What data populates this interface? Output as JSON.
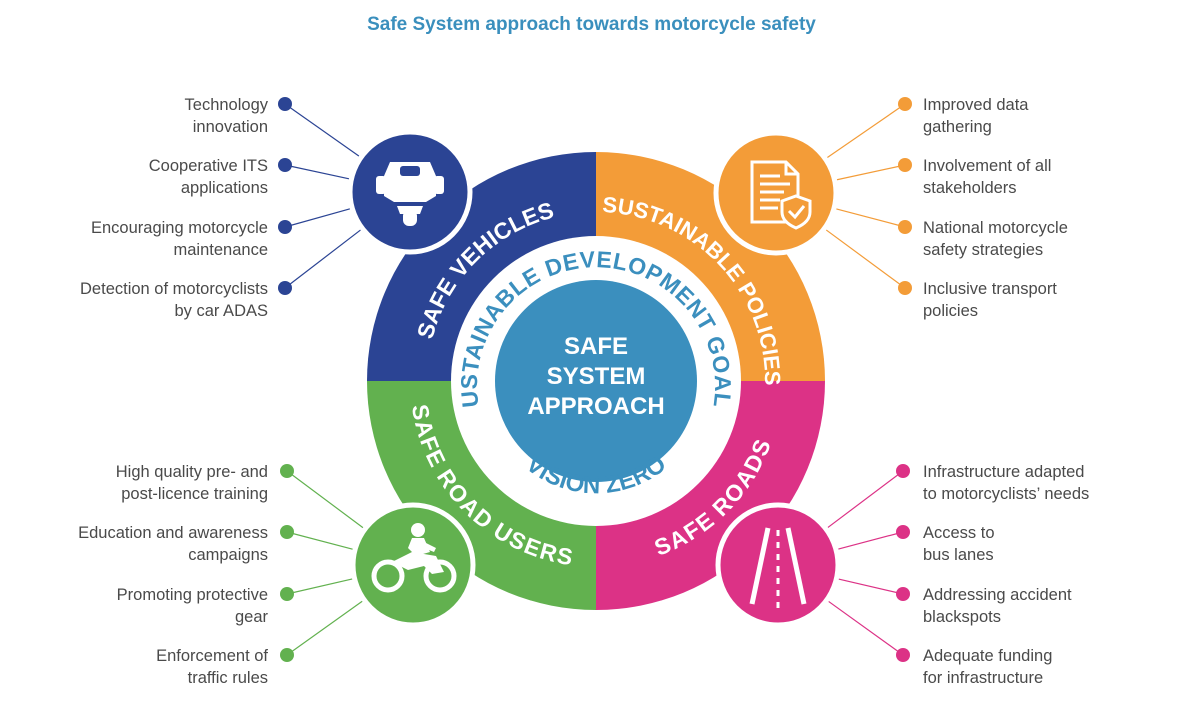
{
  "title": "Safe System approach towards motorcycle safety",
  "colors": {
    "title": "#3a8fbd",
    "vehicles": "#2b4494",
    "policies": "#f39c38",
    "road_users": "#62b14f",
    "roads": "#dc3286",
    "inner_ring": "#3b8fbe",
    "center": "#3b8fbe"
  },
  "center": {
    "line1": "SAFE",
    "line2": "SYSTEM",
    "line3": "APPROACH"
  },
  "inner_ring": {
    "top": "SUSTAINABLE DEVELOPMENT GOALS",
    "bottom": "VISION ZERO"
  },
  "quadrants": {
    "vehicles": {
      "label": "SAFE VEHICLES",
      "icon": "motorcycle-front-icon"
    },
    "policies": {
      "label": "SUSTAINABLE POLICIES",
      "icon": "document-shield-icon"
    },
    "road_users": {
      "label": "SAFE ROAD USERS",
      "icon": "motorcyclist-icon"
    },
    "roads": {
      "label": "SAFE ROADS",
      "icon": "road-icon"
    }
  },
  "lists": {
    "vehicles": [
      "Technology\ninnovation",
      "Cooperative ITS\napplications",
      "Encouraging motorcycle\nmaintenance",
      "Detection of motorcyclists\nby car ADAS"
    ],
    "policies": [
      "Improved data\ngathering",
      "Involvement of all\nstakeholders",
      "National motorcycle\nsafety strategies",
      "Inclusive transport\npolicies"
    ],
    "road_users": [
      "High quality pre- and\npost-licence training",
      "Education and awareness\ncampaigns",
      "Promoting protective\ngear",
      "Enforcement of\ntraffic rules"
    ],
    "roads": [
      "Infrastructure adapted\nto motorcyclists’ needs",
      "Access to\nbus lanes",
      "Addressing accident\nblackspots",
      "Adequate funding\nfor infrastructure"
    ]
  }
}
